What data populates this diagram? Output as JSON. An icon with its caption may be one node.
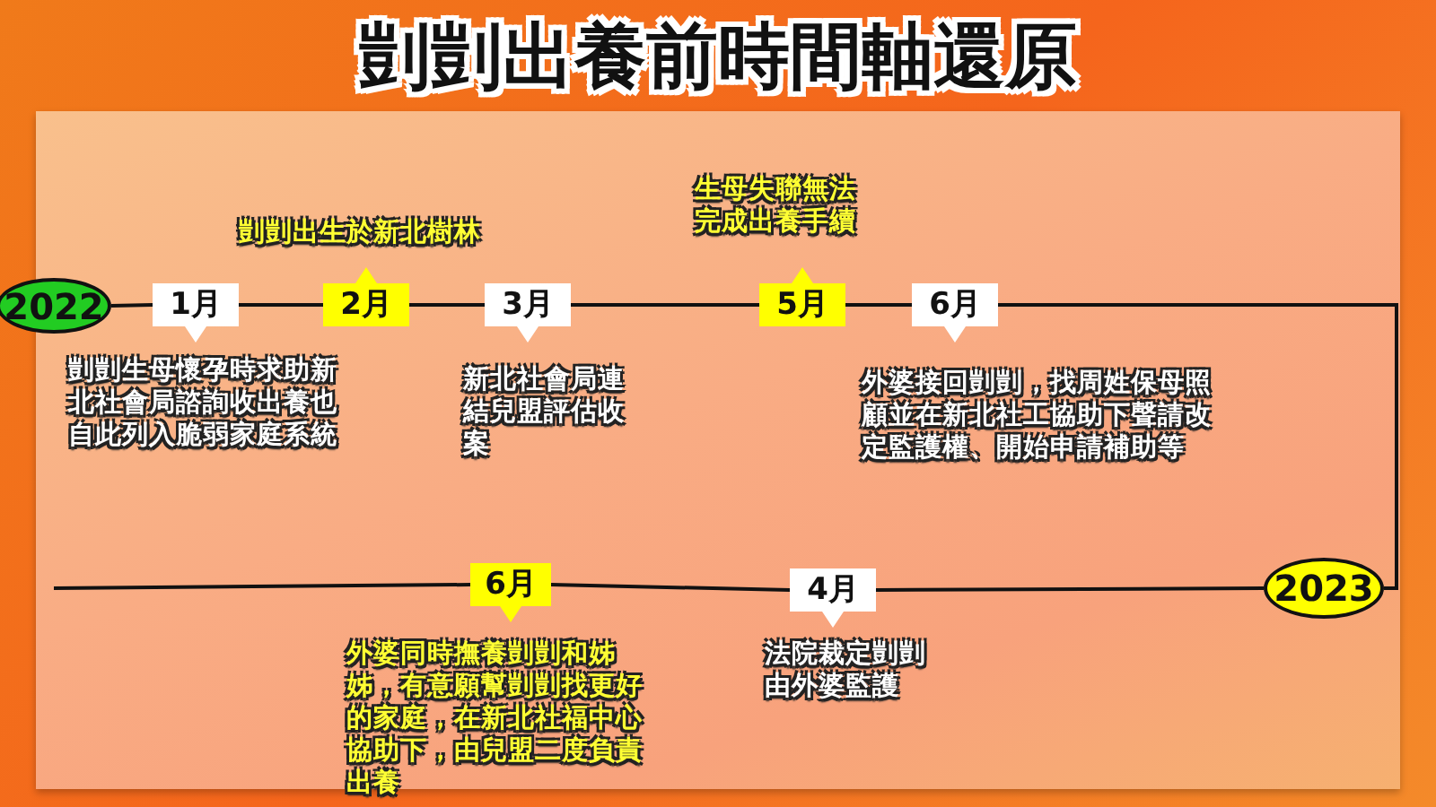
{
  "diagram": {
    "title": "剴剴出養前時間軸還原",
    "nodes": [
      {
        "text": [
          "2022"
        ]
      },
      {
        "text": [
          "1月"
        ],
        "beside": [
          "剴剴生母懷孕時求助新北社會局諮詢收出養也自此列入脆弱家庭系統"
        ]
      },
      {
        "text": [
          "2月"
        ],
        "beside": [
          "剴剴出生於新北樹林"
        ]
      },
      {
        "text": [
          "3月"
        ],
        "beside": [
          "新北社會局連結兒盟評估收案"
        ]
      },
      {
        "text": [
          "5月"
        ],
        "beside": [
          "生母失聯無法完成出養手續"
        ]
      },
      {
        "text": [
          "6月"
        ],
        "beside": [
          "外婆接回剴剴，找周姓保母照顧並在新北社工協助下聲請改定監護權、開始申請補助等"
        ]
      },
      {
        "text": [
          "2023"
        ]
      },
      {
        "text": [
          "4月"
        ],
        "beside": [
          "法院裁定剴剴由外婆監護"
        ]
      },
      {
        "text": [
          "6月"
        ],
        "beside": [
          "外婆同時撫養剴剴和姊姊，有意願幫剴剴找更好的家庭，在新北社福中心協助下，由兒盟二度負責出養"
        ]
      }
    ],
    "edges": [
      {
        "from": 0,
        "to": 1,
        "arrow": "none"
      },
      {
        "from": 1,
        "to": 2,
        "arrow": "none"
      },
      {
        "from": 2,
        "to": 3,
        "arrow": "none"
      },
      {
        "from": 3,
        "to": 4,
        "arrow": "none"
      },
      {
        "from": 4,
        "to": 5,
        "arrow": "none"
      },
      {
        "from": 5,
        "to": 6,
        "arrow": "none"
      },
      {
        "from": 6,
        "to": 7,
        "arrow": "none"
      },
      {
        "from": 7,
        "to": 8,
        "arrow": "none"
      },
      {
        "from": 8,
        "to": null,
        "arrow": "none"
      }
    ]
  }
}
